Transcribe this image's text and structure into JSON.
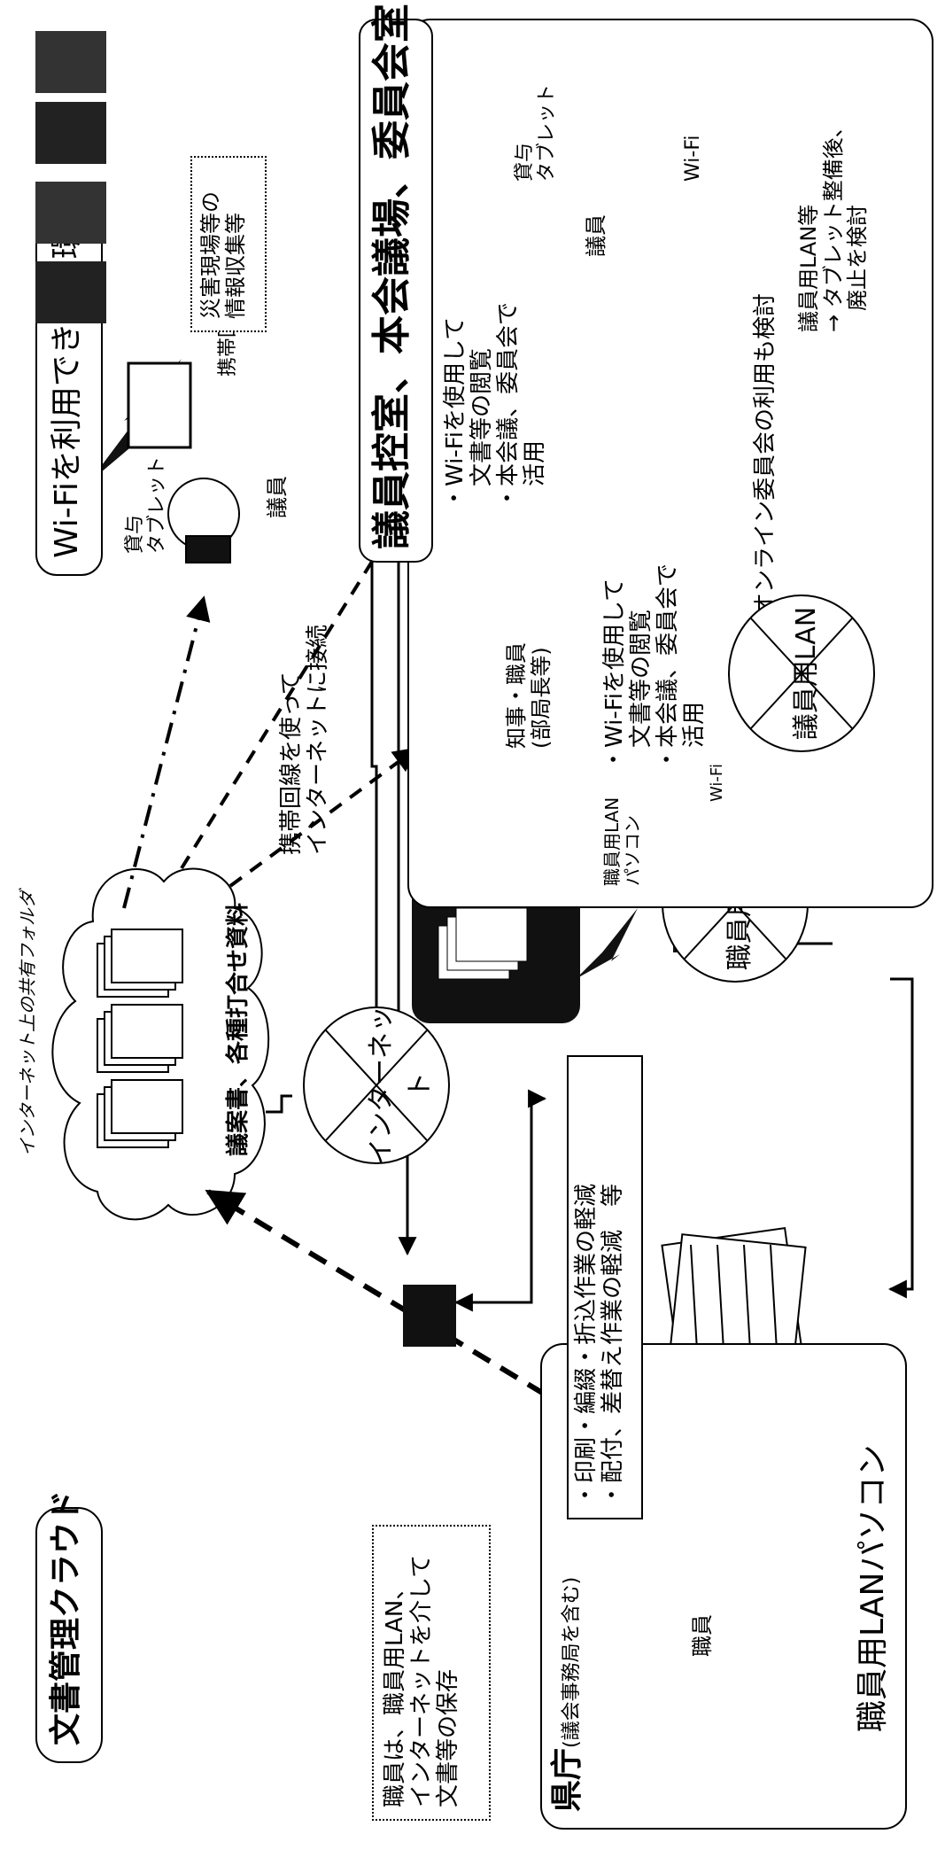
{
  "cloud_panel": {
    "title": "文書管理クラウド",
    "subtitle": "インターネット上の共有フォルダ",
    "documents_label": "議案書、各種打合せ資料"
  },
  "no_wifi_env": {
    "title": "Wi-Fiを利用できない環境",
    "tablet": "貸与\nタブレット",
    "member": "議員",
    "mobile_line": "携帯回線",
    "disaster_note": "災害現場等の\n情報収集等"
  },
  "internet": {
    "label": "インターネット"
  },
  "mobile_connect_note": "携帯回線を使って\nインターネットに接続",
  "prefecture": {
    "title_main": "県庁",
    "title_sub": "(議会事務局を含む)",
    "staff": "職員",
    "staff_pc": "職員用LANパソコン",
    "save_note": "職員は、職員用LAN、\nインターネットを介して\n文書等の保存",
    "work_reduction": "・印刷・編綴・折込作業の軽減\n・配付、差替え作業の軽減　等"
  },
  "staff_lan": {
    "label": "職員用LAN"
  },
  "member_lan": {
    "label": "議員用LAN"
  },
  "assembly_panel": {
    "title": "議員控室、本会議場、委員会室",
    "staff_pc_label": "職員用LAN\nパソコン",
    "wifi_small": "Wi-Fi",
    "governor_label": "知事・職員\n(部局長等)",
    "staff_usage": "・Wi-Fiを使用して\n　文書等の閲覧\n・本会議、委員会で\n　活用",
    "member_usage": "・Wi-Fiを使用して\n　文書等の閲覧\n・本会議、委員会で\n　活用",
    "member": "議員",
    "tablet": "貸与\nタブレット",
    "wifi": "Wi-Fi",
    "online_note": "オンライン委員会の利用も検討",
    "member_lan_note": "議員用LAN等\n→ タブレット整備後、\n　廃止を検討"
  }
}
